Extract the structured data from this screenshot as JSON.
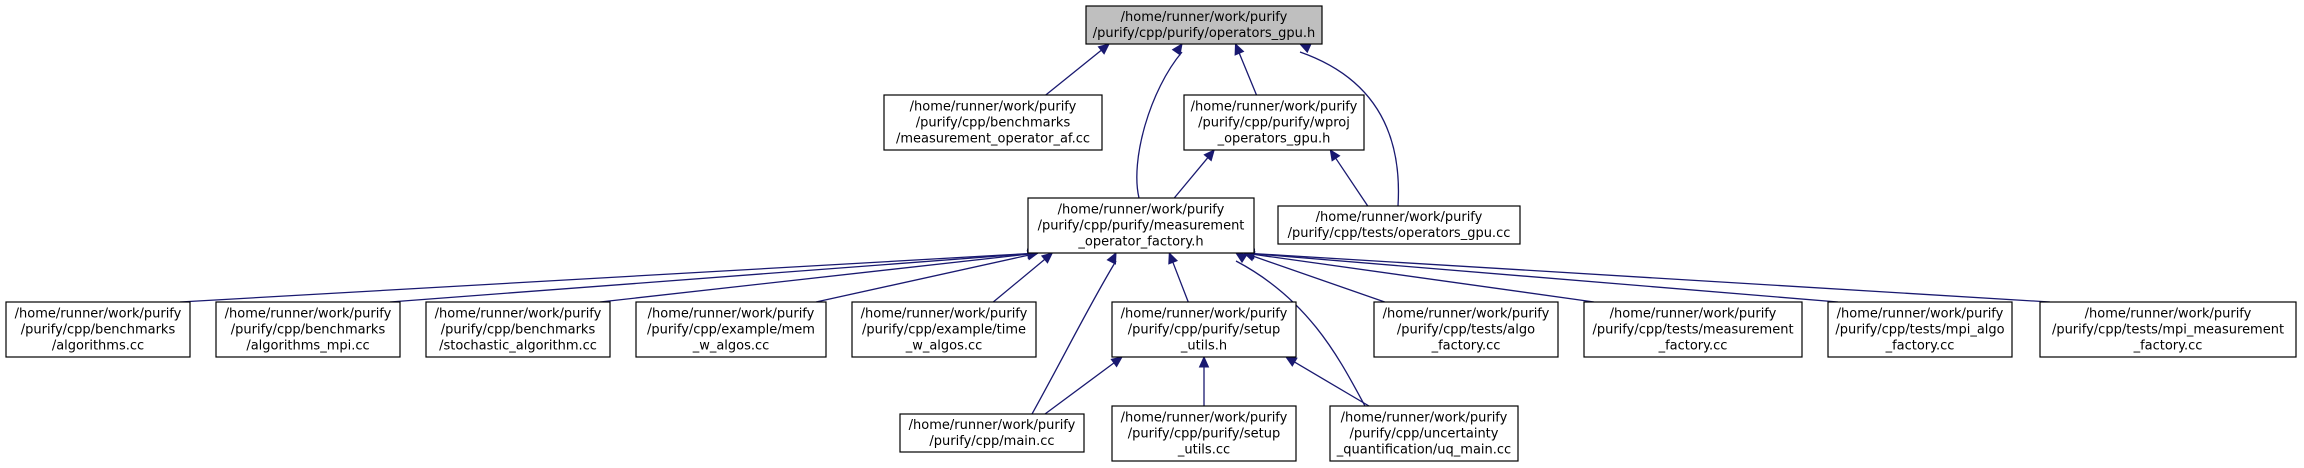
{
  "nodes": [
    {
      "id": "root",
      "lines": [
        "/home/runner/work/purify",
        "/purify/cpp/purify/operators_gpu.h"
      ],
      "root": true
    },
    {
      "id": "meas_af",
      "lines": [
        "/home/runner/work/purify",
        "/purify/cpp/benchmarks",
        "/measurement_operator_af.cc"
      ]
    },
    {
      "id": "wproj",
      "lines": [
        "/home/runner/work/purify",
        "/purify/cpp/purify/wproj",
        "_operators_gpu.h"
      ]
    },
    {
      "id": "factory",
      "lines": [
        "/home/runner/work/purify",
        "/purify/cpp/purify/measurement",
        "_operator_factory.h"
      ]
    },
    {
      "id": "tests_gpu",
      "lines": [
        "/home/runner/work/purify",
        "/purify/cpp/tests/operators_gpu.cc"
      ]
    },
    {
      "id": "algorithms",
      "lines": [
        "/home/runner/work/purify",
        "/purify/cpp/benchmarks",
        "/algorithms.cc"
      ]
    },
    {
      "id": "algorithms_mpi",
      "lines": [
        "/home/runner/work/purify",
        "/purify/cpp/benchmarks",
        "/algorithms_mpi.cc"
      ]
    },
    {
      "id": "stochastic",
      "lines": [
        "/home/runner/work/purify",
        "/purify/cpp/benchmarks",
        "/stochastic_algorithm.cc"
      ]
    },
    {
      "id": "mem_w",
      "lines": [
        "/home/runner/work/purify",
        "/purify/cpp/example/mem",
        "_w_algos.cc"
      ]
    },
    {
      "id": "time_w",
      "lines": [
        "/home/runner/work/purify",
        "/purify/cpp/example/time",
        "_w_algos.cc"
      ]
    },
    {
      "id": "setup_h",
      "lines": [
        "/home/runner/work/purify",
        "/purify/cpp/purify/setup",
        "_utils.h"
      ]
    },
    {
      "id": "algo_factory",
      "lines": [
        "/home/runner/work/purify",
        "/purify/cpp/tests/algo",
        "_factory.cc"
      ]
    },
    {
      "id": "meas_factory",
      "lines": [
        "/home/runner/work/purify",
        "/purify/cpp/tests/measurement",
        "_factory.cc"
      ]
    },
    {
      "id": "mpi_algo",
      "lines": [
        "/home/runner/work/purify",
        "/purify/cpp/tests/mpi_algo",
        "_factory.cc"
      ]
    },
    {
      "id": "mpi_meas",
      "lines": [
        "/home/runner/work/purify",
        "/purify/cpp/tests/mpi_measurement",
        "_factory.cc"
      ]
    },
    {
      "id": "main",
      "lines": [
        "/home/runner/work/purify",
        "/purify/cpp/main.cc"
      ]
    },
    {
      "id": "setup_cc",
      "lines": [
        "/home/runner/work/purify",
        "/purify/cpp/purify/setup",
        "_utils.cc"
      ]
    },
    {
      "id": "uq_main",
      "lines": [
        "/home/runner/work/purify",
        "/purify/cpp/uncertainty",
        "_quantification/uq_main.cc"
      ]
    }
  ],
  "edges": [
    {
      "from": "meas_af",
      "to": "root"
    },
    {
      "from": "factory",
      "to": "root"
    },
    {
      "from": "wproj",
      "to": "root"
    },
    {
      "from": "tests_gpu",
      "to": "root"
    },
    {
      "from": "factory",
      "to": "wproj"
    },
    {
      "from": "tests_gpu",
      "to": "wproj"
    },
    {
      "from": "algorithms",
      "to": "factory"
    },
    {
      "from": "algorithms_mpi",
      "to": "factory"
    },
    {
      "from": "stochastic",
      "to": "factory"
    },
    {
      "from": "mem_w",
      "to": "factory"
    },
    {
      "from": "time_w",
      "to": "factory"
    },
    {
      "from": "main",
      "to": "factory"
    },
    {
      "from": "setup_h",
      "to": "factory"
    },
    {
      "from": "uq_main",
      "to": "factory"
    },
    {
      "from": "algo_factory",
      "to": "factory"
    },
    {
      "from": "meas_factory",
      "to": "factory"
    },
    {
      "from": "mpi_algo",
      "to": "factory"
    },
    {
      "from": "mpi_meas",
      "to": "factory"
    },
    {
      "from": "main",
      "to": "setup_h"
    },
    {
      "from": "setup_cc",
      "to": "setup_h"
    },
    {
      "from": "uq_main",
      "to": "setup_h"
    }
  ]
}
